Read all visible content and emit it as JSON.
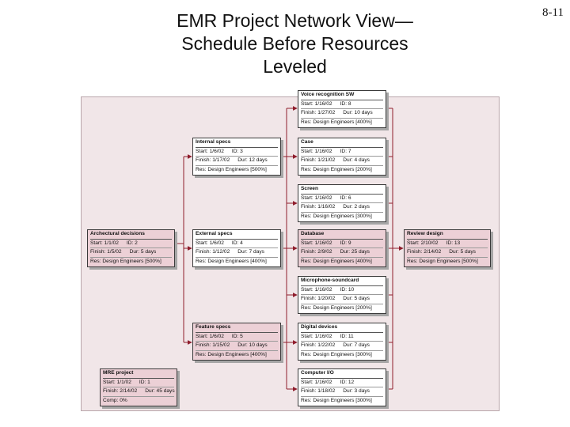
{
  "slide": {
    "title_lines": [
      "EMR Project Network View—",
      "Schedule Before Resources",
      "Leveled"
    ],
    "slide_number": "8-11"
  },
  "nodes": {
    "voice": {
      "name": "Voice recognition SW",
      "start": "Start: 1/16/02",
      "id": "ID: 8",
      "finish": "Finish: 1/27/02",
      "dur": "Dur: 10 days",
      "res": "Res: Design Engineers [400%]"
    },
    "internal": {
      "name": "Internal specs",
      "start": "Start: 1/6/02",
      "id": "ID: 3",
      "finish": "Finish: 1/17/02",
      "dur": "Dur: 12 days",
      "res": "Res: Design Engineers [500%]"
    },
    "case": {
      "name": "Case",
      "start": "Start: 1/16/02",
      "id": "ID: 7",
      "finish": "Finish: 1/21/02",
      "dur": "Dur: 4 days",
      "res": "Res: Design Engineers [200%]"
    },
    "screen": {
      "name": "Screen",
      "start": "Start: 1/16/02",
      "id": "ID: 6",
      "finish": "Finish: 1/16/02",
      "dur": "Dur: 2 days",
      "res": "Res: Design Engineers [300%]"
    },
    "arch": {
      "name": "Archectural decisions",
      "start": "Start: 1/1/02",
      "id": "ID: 2",
      "finish": "Finish: 1/5/02",
      "dur": "Dur: 5 days",
      "res": "Res: Design Engineers [500%]"
    },
    "external": {
      "name": "External specs",
      "start": "Start: 1/6/02",
      "id": "ID: 4",
      "finish": "Finish: 1/12/02",
      "dur": "Dur: 7 days",
      "res": "Res: Design Engineers [400%]"
    },
    "database": {
      "name": "Database",
      "start": "Start: 1/16/02",
      "id": "ID: 9",
      "finish": "Finish: 2/9/02",
      "dur": "Dur: 25 days",
      "res": "Res: Design Engineers [400%]"
    },
    "review": {
      "name": "Review design",
      "start": "Start: 2/10/02",
      "id": "ID: 13",
      "finish": "Finish: 2/14/02",
      "dur": "Dur: 5 days",
      "res": "Res: Design Engineers [500%]"
    },
    "micro": {
      "name": "Microphone-soundcard",
      "start": "Start: 1/16/02",
      "id": "ID: 10",
      "finish": "Finish: 1/20/02",
      "dur": "Dur: 5 days",
      "res": "Res: Design Engineers [200%]"
    },
    "feature": {
      "name": "Feature specs",
      "start": "Start: 1/6/02",
      "id": "ID: 5",
      "finish": "Finish: 1/15/02",
      "dur": "Dur: 10 days",
      "res": "Res: Design Engineers [400%]"
    },
    "digital": {
      "name": "Digital devices",
      "start": "Start: 1/16/02",
      "id": "ID: 11",
      "finish": "Finish: 1/22/02",
      "dur": "Dur: 7 days",
      "res": "Res: Design Engineers [300%]"
    },
    "computer": {
      "name": "Computer I/O",
      "start": "Start: 1/16/02",
      "id": "ID: 12",
      "finish": "Finish: 1/18/02",
      "dur": "Dur: 3 days",
      "res": "Res: Design Engineers [300%]"
    }
  },
  "summary": {
    "name": "MRE project",
    "start": "Start: 1/1/02",
    "id": "ID: 1",
    "finish": "Finish: 2/14/02",
    "dur": "Dur: 45 days",
    "comp": "Comp: 0%"
  }
}
